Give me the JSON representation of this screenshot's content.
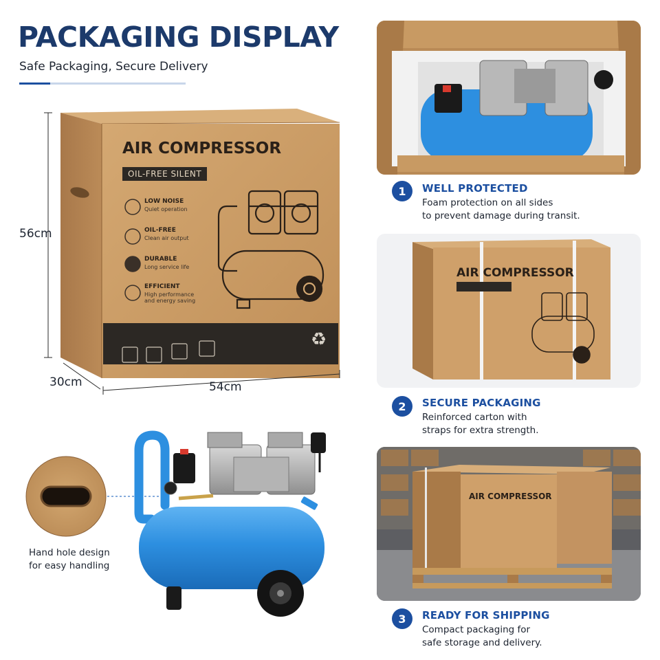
{
  "header": {
    "title": "PACKAGING DISPLAY",
    "subtitle": "Safe Packaging, Secure Delivery"
  },
  "box": {
    "brand_title": "AIR COMPRESSOR",
    "tag": "OIL-FREE SILENT",
    "features": [
      {
        "name": "LOW NOISE",
        "desc": "Quiet operation",
        "icon": "speaker-muted-icon"
      },
      {
        "name": "OIL-FREE",
        "desc": "Clean air output",
        "icon": "leaf-icon"
      },
      {
        "name": "DURABLE",
        "desc": "Long service life",
        "icon": "shield-icon"
      },
      {
        "name": "EFFICIENT",
        "desc_lines": [
          "High performance",
          "and energy saving"
        ],
        "icon": "gear-icon"
      }
    ],
    "handling_icons": [
      "fragile-icon",
      "keep-dry-icon",
      "this-way-up-icon",
      "stack-limit-icon"
    ],
    "recycle_icon": "recycle-icon"
  },
  "dimensions": {
    "height": "56cm",
    "depth": "30cm",
    "width": "54cm"
  },
  "hand_hole": {
    "caption_lines": [
      "Hand hole design",
      "for easy handling"
    ]
  },
  "steps": [
    {
      "number": "1",
      "title": "WELL PROTECTED",
      "lines": [
        "Foam protection on all sides",
        "to prevent damage during transit."
      ]
    },
    {
      "number": "2",
      "title": "SECURE PACKAGING",
      "lines": [
        "Reinforced carton with",
        "straps for extra strength."
      ]
    },
    {
      "number": "3",
      "title": "READY FOR SHIPPING",
      "lines": [
        "Compact packaging for",
        "safe storage and delivery."
      ]
    }
  ],
  "colors": {
    "accent": "#1c4fa0",
    "title": "#1c3a6b",
    "cardboard": "#c89a63",
    "compressor_blue": "#2d8fe0"
  }
}
